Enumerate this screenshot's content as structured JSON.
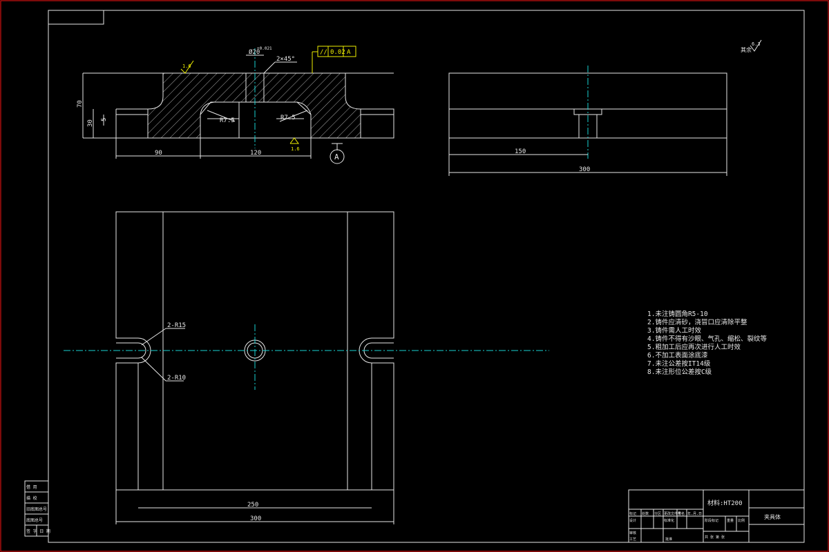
{
  "material": "材料:HT200",
  "part_name": "夹具体",
  "roughness_global": "其余",
  "roughness_global_value": "6.3",
  "notes": [
    "1.未注铸圆角R5-10",
    "2.铸件应清砂，浇冒口应清除平整",
    "3.铸件需人工时效",
    "4.铸件不得有沙眼、气孔、缩松、裂纹等",
    "5.粗加工后应再次进行人工时效",
    "6.不加工表面涂底漆",
    "7.未注公差按IT14级",
    "8.未注形位公差按C级"
  ],
  "dims": {
    "front_h70": "70",
    "front_h30": "30",
    "front_h5": "5",
    "front_w90": "90",
    "front_w120": "120",
    "r_left": "R7.5",
    "r_right": "R7.5",
    "bore": "Ø20",
    "bore_tol": "+0.021",
    "chamfer": "2×45°",
    "tol_sym": "//",
    "tol_val": "0.02",
    "tol_ref": "A",
    "datum": "A",
    "rough_top": "1.6",
    "rough_bottom": "1.6",
    "side_w150": "150",
    "side_w300": "300",
    "plan_r15": "2-R15",
    "plan_r10": "2-R10",
    "plan_w250": "250",
    "plan_w300": "300"
  },
  "left_table": [
    "借 用",
    "描 校",
    "旧底图总号",
    "底图总号",
    "签 字  日 期"
  ],
  "title_block": {
    "row1": [
      "标记",
      "处数",
      "分区",
      "更改文件号",
      "签名",
      "年.月.日"
    ],
    "design": "设计",
    "standard": "标准化",
    "stage": "阶段标记",
    "weight": "重量",
    "scale": "比例",
    "review": "审核",
    "process": "工艺",
    "approve": "批准",
    "sheets": "共  张 第  张"
  }
}
